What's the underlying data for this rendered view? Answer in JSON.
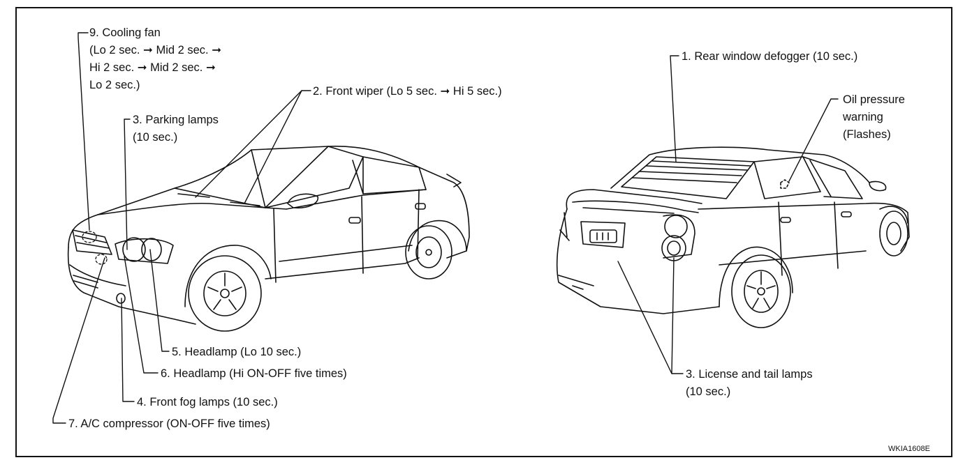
{
  "labels": {
    "cooling_fan_1": "9. Cooling fan",
    "cooling_fan_2": "(Lo 2 sec. ➞ Mid 2 sec. ➞",
    "cooling_fan_3": "Hi 2 sec. ➞ Mid 2 sec. ➞",
    "cooling_fan_4": "Lo 2 sec.)",
    "front_wiper": "2. Front wiper (Lo 5 sec. ➞ Hi 5 sec.)",
    "parking_lamps_1": "3. Parking lamps",
    "parking_lamps_2": "(10 sec.)",
    "headlamp_lo": "5. Headlamp (Lo 10 sec.)",
    "headlamp_hi": "6. Headlamp (Hi ON-OFF five times)",
    "front_fog": "4. Front fog lamps (10 sec.)",
    "ac_compressor": "7. A/C compressor (ON-OFF five times)",
    "rear_defogger": "1. Rear window defogger (10 sec.)",
    "oil_pressure_1": "Oil pressure",
    "oil_pressure_2": "warning",
    "oil_pressure_3": "(Flashes)",
    "license_tail_1": "3. License and tail lamps",
    "license_tail_2": "(10 sec.)"
  },
  "figure_code": "WKIA1608E"
}
